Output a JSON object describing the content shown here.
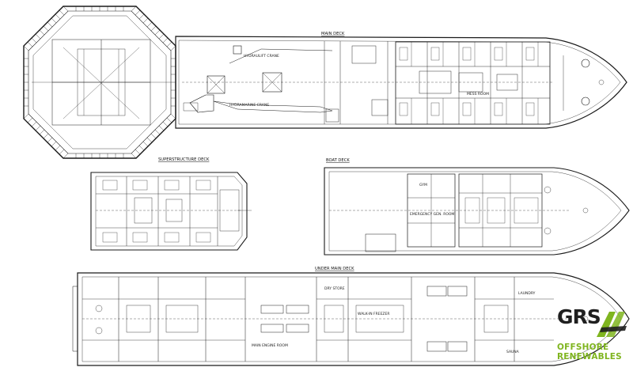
{
  "deck_titles": {
    "main": "MAIN DECK",
    "superstructure": "SUPERSTRUCTURE DECK",
    "boat": "BOAT DECK",
    "under_main": "UNDER MAIN DECK"
  },
  "labels": {
    "hydraulift_crane": "HYDRAULIFT CRANE",
    "hydramarine_crane": "HYDRAMARINE CRANE",
    "main_engine_room": "MAIN ENGINE ROOM",
    "walk_in_freezer": "WALK-IN FREEZER",
    "dry_store": "DRY STORE",
    "laundry": "LAUNDRY",
    "sauna": "SAUNA",
    "gym": "GYM",
    "mess_room": "MESS ROOM",
    "emergency_generator_room": "EMERGENCY GEN. ROOM"
  },
  "logo": {
    "brand": "GRS",
    "line1": "OFFSHORE",
    "line2": "RENEWABLES",
    "accent_color": "#7fb51f",
    "dark_color": "#1f1f1f"
  }
}
